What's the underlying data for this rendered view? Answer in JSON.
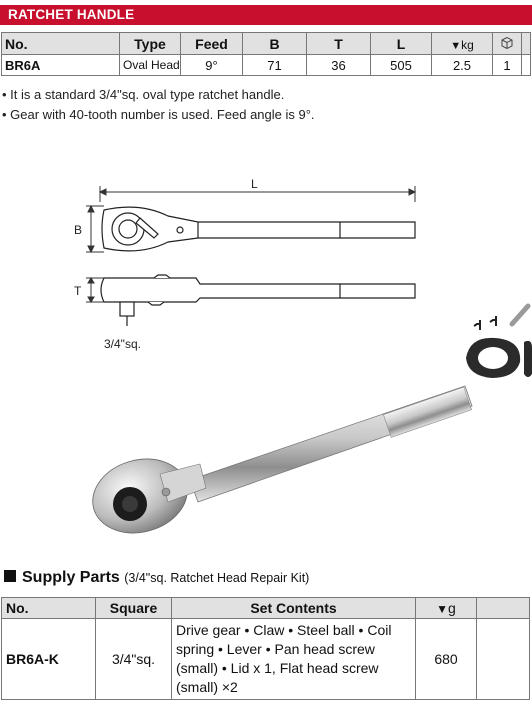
{
  "header": {
    "title": "RATCHET HANDLE"
  },
  "spec_table": {
    "columns": [
      "No.",
      "Type",
      "Feed",
      "B",
      "T",
      "L",
      "kg",
      ""
    ],
    "row": {
      "no": "BR6A",
      "type": "Oval Head",
      "feed": "9°",
      "b": "71",
      "t": "36",
      "l": "505",
      "kg": "2.5",
      "qty": "1"
    }
  },
  "notes": [
    "• It is a standard 3/4\"sq. oval type ratchet handle.",
    "• Gear with 40-tooth number is used. Feed angle is 9°."
  ],
  "drawing": {
    "label_l": "L",
    "label_b": "B",
    "label_t": "T",
    "label_square": "3/4\"sq."
  },
  "supply": {
    "title": "Supply Parts",
    "subtitle": "(3/4\"sq. Ratchet Head Repair Kit)",
    "columns": [
      "No.",
      "Square",
      "Set Contents",
      "g",
      ""
    ],
    "row": {
      "no": "BR6A-K",
      "square": "3/4\"sq.",
      "contents": "Drive gear • Claw • Steel ball • Coil spring • Lever • Pan head screw (small) • Lid x 1, Flat head screw (small) ×2",
      "weight": "680"
    }
  },
  "colors": {
    "title_bar": "#c8102e",
    "header_bg": "#e1e1e1"
  }
}
